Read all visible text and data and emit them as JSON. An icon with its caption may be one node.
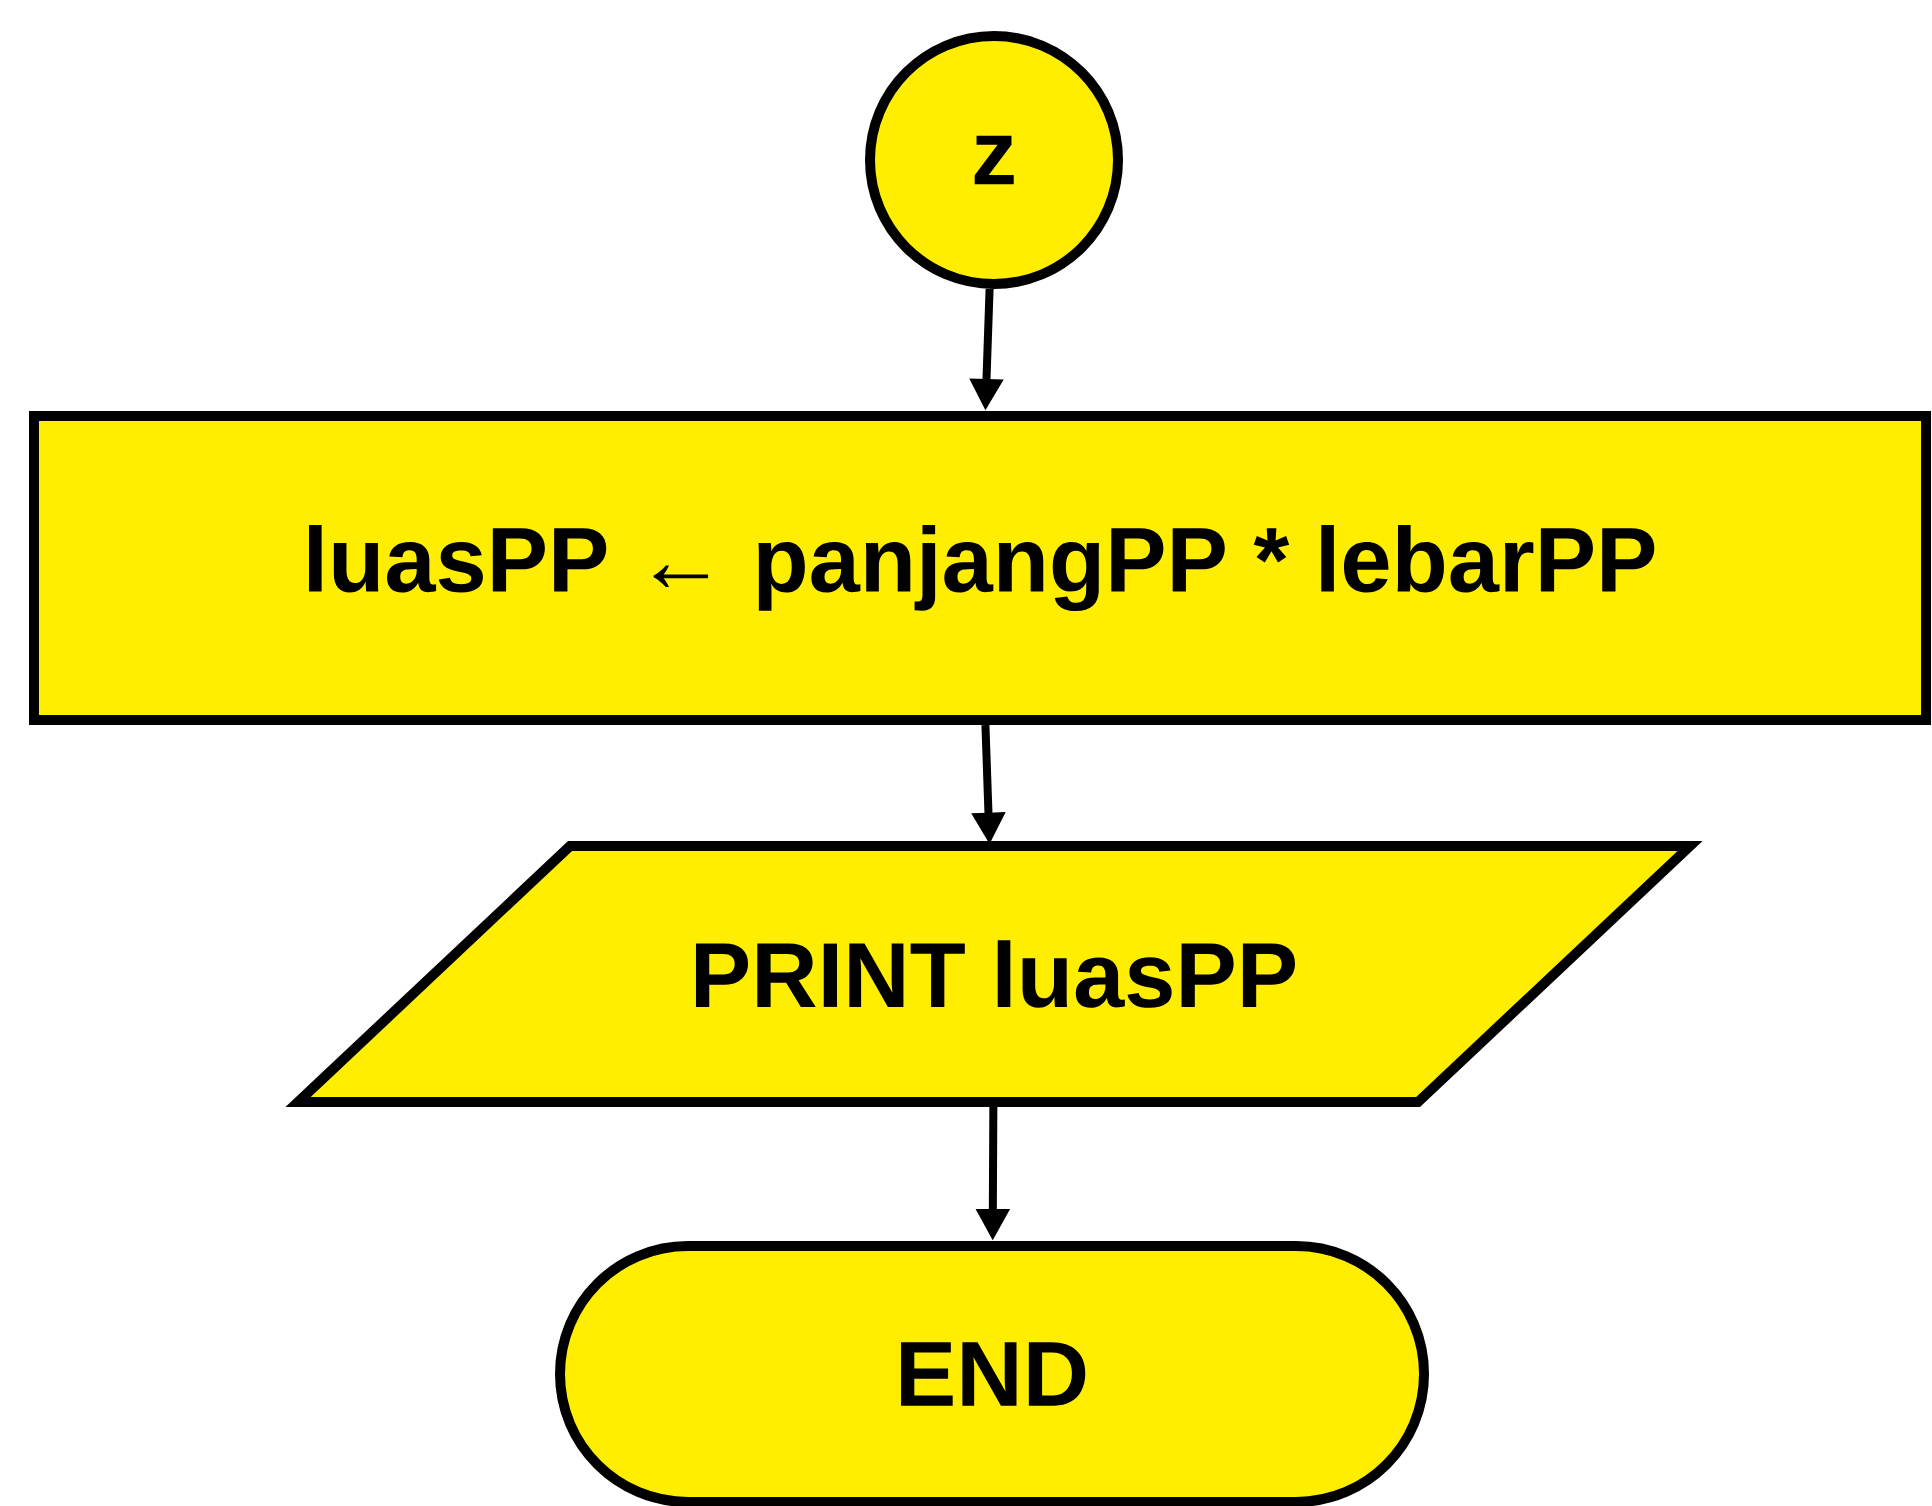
{
  "diagram": {
    "nodes": [
      {
        "text": [
          "z"
        ]
      },
      {
        "text": [
          "luasPP ← panjangPP * lebarPP"
        ]
      },
      {
        "text": [
          "PRINT luasPP"
        ]
      },
      {
        "text": [
          "END"
        ]
      }
    ],
    "edges": [
      {
        "from": 0,
        "to": 1,
        "arrow": "to"
      },
      {
        "from": 1,
        "to": 2,
        "arrow": "to"
      },
      {
        "from": 2,
        "to": 3,
        "arrow": "to"
      }
    ]
  }
}
